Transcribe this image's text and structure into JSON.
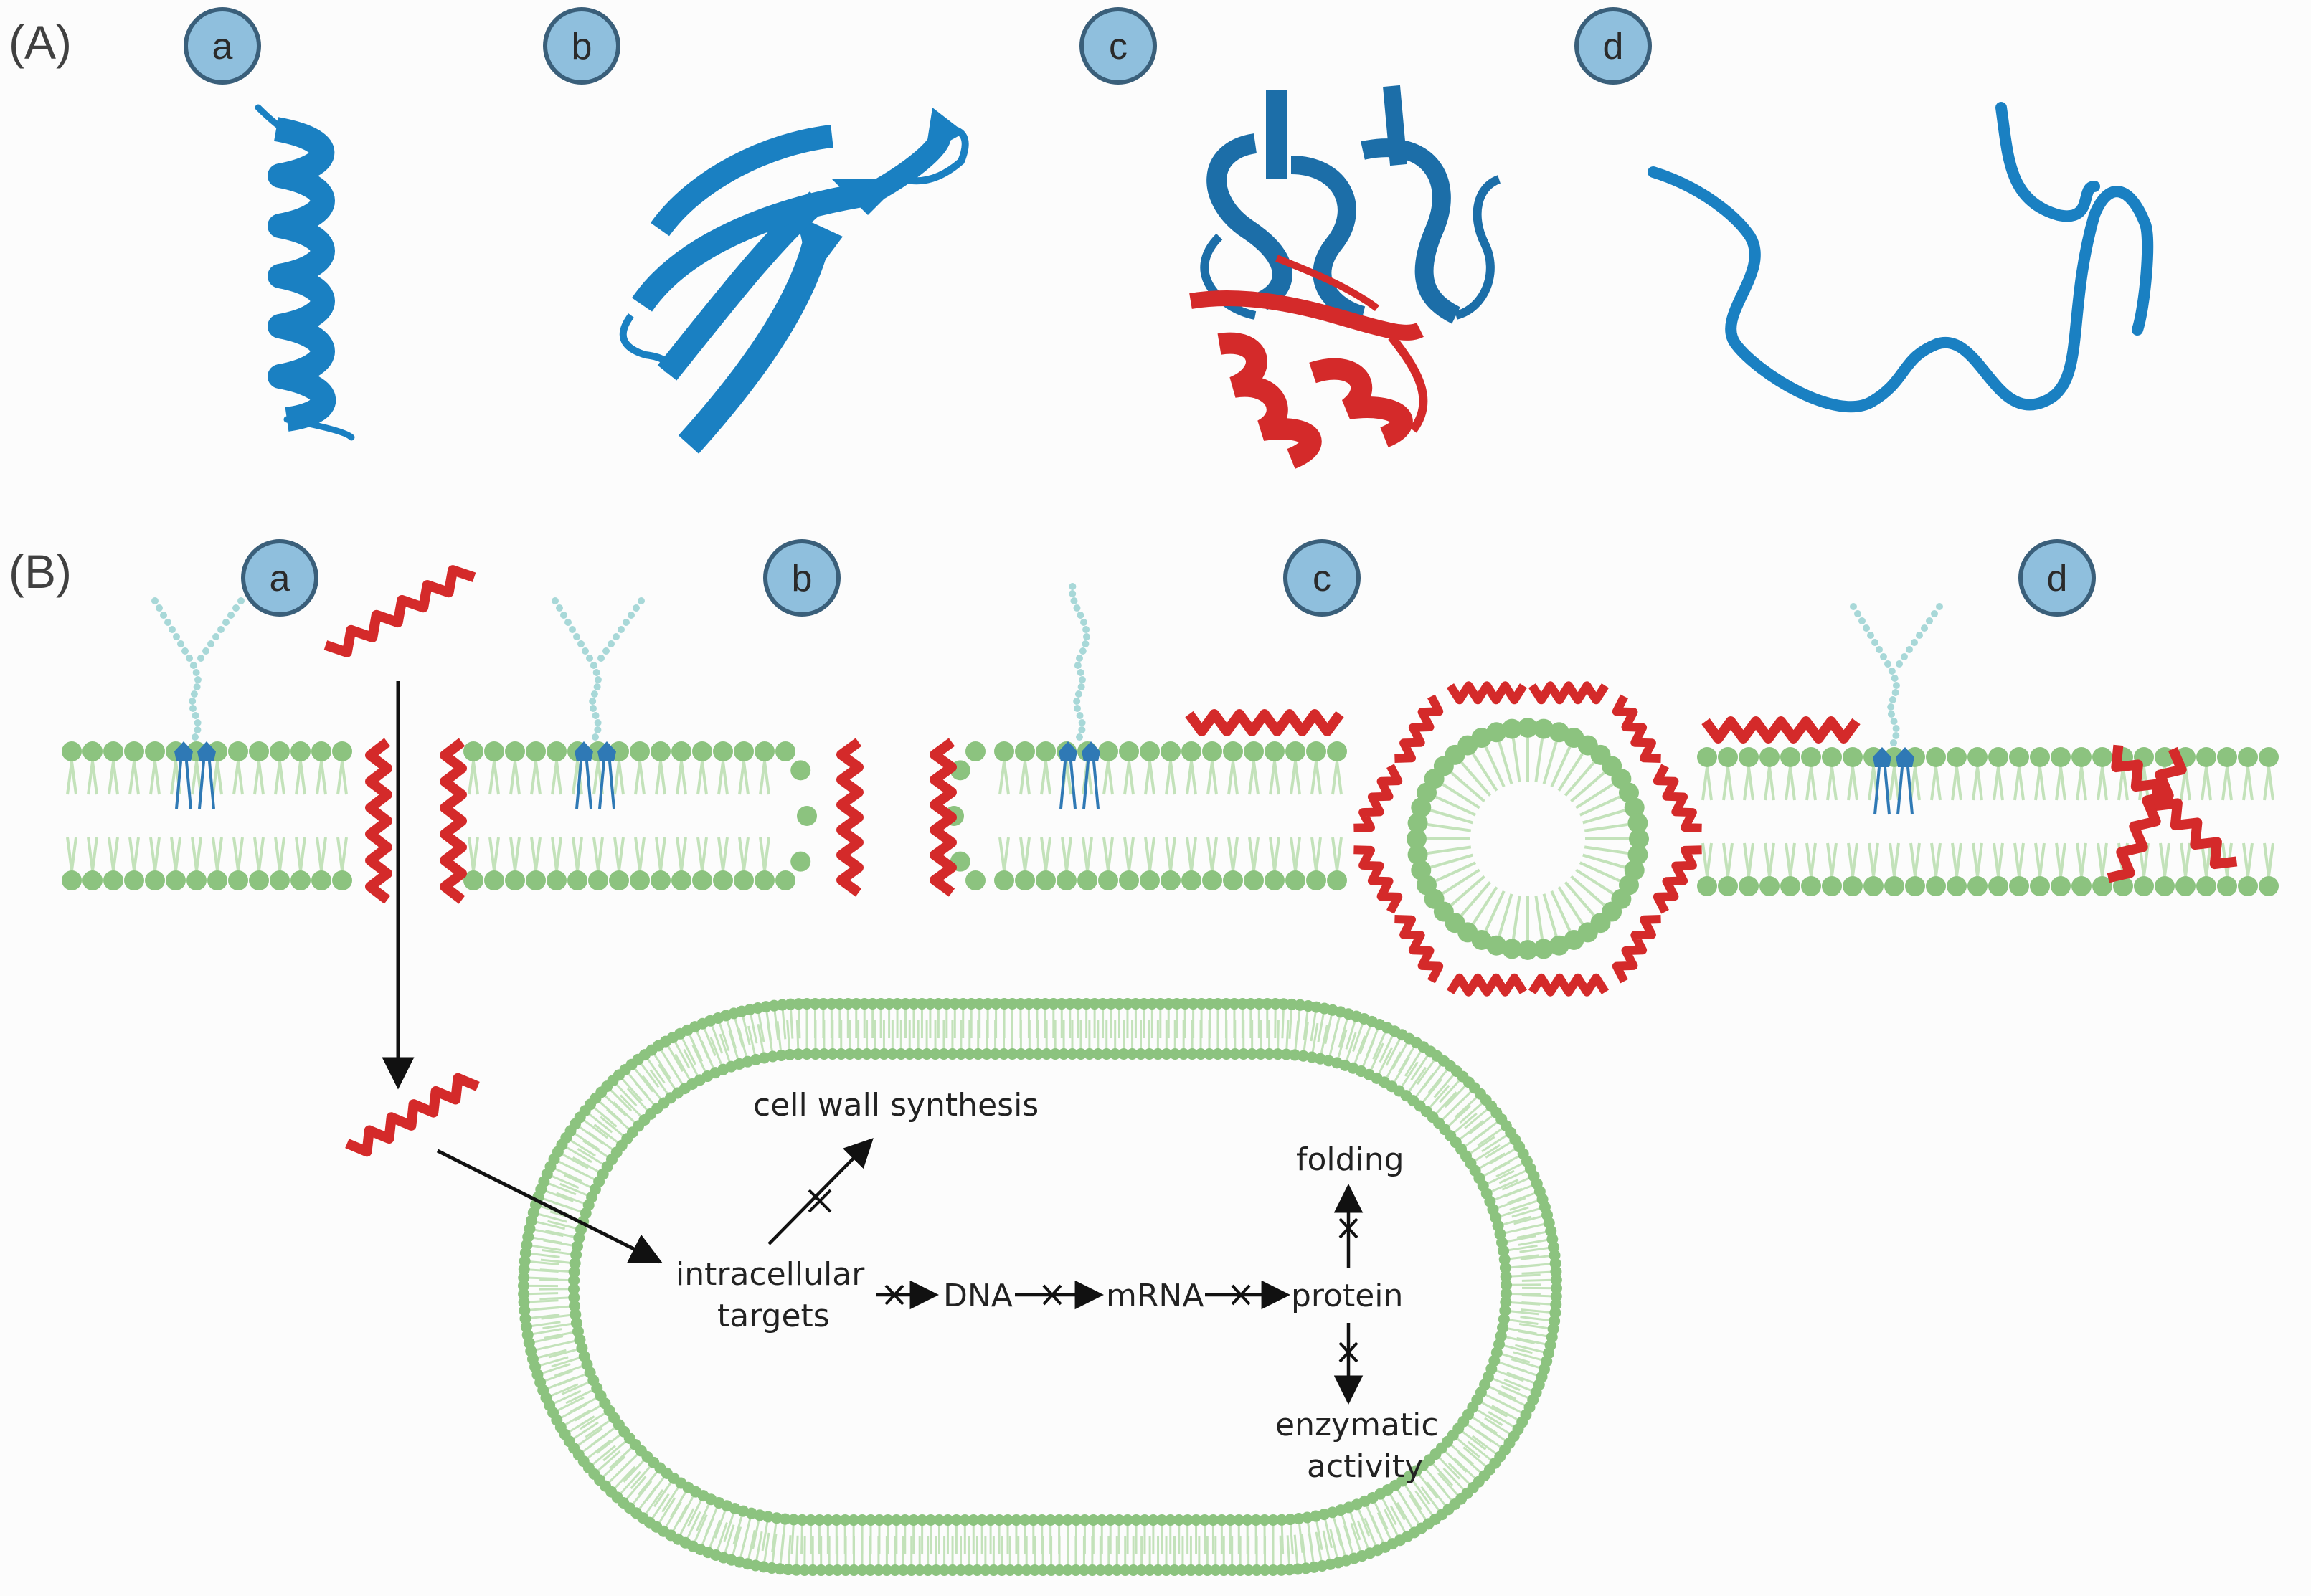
{
  "panels": {
    "A": {
      "label": "(A)",
      "badges": [
        "a",
        "b",
        "c",
        "d"
      ]
    },
    "B": {
      "label": "(B)",
      "badges": [
        "a",
        "b",
        "c",
        "d"
      ]
    }
  },
  "pathway": {
    "cell_wall": "cell wall synthesis",
    "folding": "folding",
    "intracellular_line1": "intracellular",
    "intracellular_line2": "targets",
    "dna": "DNA",
    "mrna": "mRNA",
    "protein": "protein",
    "enzymatic_line1": "enzymatic",
    "enzymatic_line2": "activity"
  },
  "colors": {
    "peptide_blue": "#1a80c2",
    "peptide_red": "#d42a2a",
    "lipid_green": "#8cc37f",
    "tail_green": "#c3e2ba",
    "badge_fill": "#8fbfdd",
    "badge_stroke": "#3a5f7a",
    "glycan": "#a8d8d8",
    "receptor_blue": "#2f79b5"
  }
}
